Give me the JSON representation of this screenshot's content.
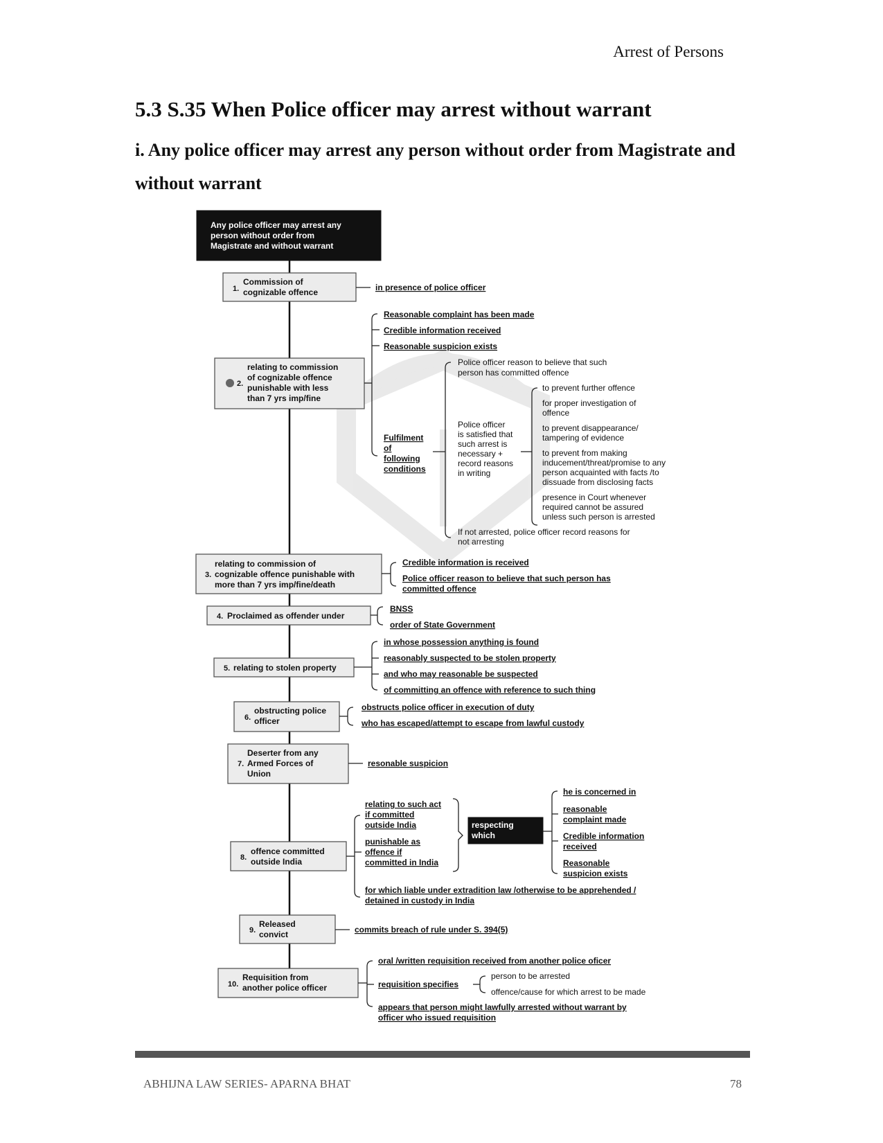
{
  "header": {
    "running_title": "Arrest of Persons"
  },
  "section": {
    "title": "5.3  S.35 When Police officer may arrest without warrant",
    "subhead": "i. Any police officer may arrest any person without order from Magistrate and without warrant"
  },
  "diagram": {
    "root": [
      "Any police officer may arrest any",
      "person without order from",
      "Magistrate and without warrant"
    ],
    "n1": {
      "num": "1.",
      "label": [
        "Commission of",
        "cognizable offence"
      ],
      "branch": "in presence of police officer"
    },
    "n2": {
      "num": "2.",
      "label": [
        "relating to commission",
        "of  cognizable offence",
        "punishable with less",
        "than 7 yrs imp/fine"
      ],
      "branches": [
        "Reasonable complaint has been made",
        "Credible information received",
        "Reasonable suspicion exists"
      ],
      "fulfilment": [
        "Fulfilment",
        "of",
        "following",
        "conditions"
      ],
      "reason": [
        "Police officer reason to believe that such",
        "person has committed offence"
      ],
      "satisfied": [
        "Police officer",
        "is satisfied that",
        "such arrest is",
        "necessary +",
        "record reasons",
        "in writing"
      ],
      "purposes": [
        [
          "to prevent further offence"
        ],
        [
          "for proper investigation of",
          "offence"
        ],
        [
          "to prevent disappearance/",
          "tampering of evidence"
        ],
        [
          "to prevent from making",
          "inducement/threat/promise to any",
          "person acquainted with facts /to",
          "dissuade from disclosing facts"
        ],
        [
          "presence in Court whenever",
          "required cannot be assured",
          "unless such person is arrested"
        ]
      ],
      "not_arrested": [
        "If not arrested, police officer record reasons for",
        "not arresting"
      ]
    },
    "n3": {
      "num": "3.",
      "label": [
        "relating to commission of",
        "cognizable offence punishable with",
        "more than 7 yrs imp/fine/death"
      ],
      "branches": [
        [
          "Credible information is received"
        ],
        [
          "Police officer reason to believe that such person has",
          "committed offence"
        ]
      ]
    },
    "n4": {
      "num": "4.",
      "label": [
        "Proclaimed as offender under"
      ],
      "branches": [
        "BNSS",
        "order of State Government"
      ]
    },
    "n5": {
      "num": "5.",
      "label": [
        "relating to stolen property"
      ],
      "branches": [
        "in whose possession anything is found",
        "reasonably suspected to be stolen property",
        "and who may reasonable be suspected",
        "of committing an offence with reference to such thing"
      ]
    },
    "n6": {
      "num": "6.",
      "label": [
        "obstructing police",
        "officer"
      ],
      "branches": [
        "obstructs police officer in execution of duty",
        "who has escaped/attempt to escape from lawful custody"
      ]
    },
    "n7": {
      "num": "7.",
      "label": [
        "Deserter from any",
        "Armed Forces of",
        "Union"
      ],
      "branch": "resonable suspicion"
    },
    "n8": {
      "num": "8.",
      "label": [
        "offence committed",
        "outside India"
      ],
      "acts": [
        [
          "relating to such act",
          "if committed",
          "outside India"
        ],
        [
          "punishable  as",
          "offence if",
          "committed in India"
        ]
      ],
      "respecting": [
        "respecting",
        "which"
      ],
      "conditions": [
        [
          "he is concerned in"
        ],
        [
          "reasonable",
          "complaint made"
        ],
        [
          "Credible information",
          "received"
        ],
        [
          "Reasonable",
          "suspicion exists"
        ]
      ],
      "extradition": [
        "for which liable under extradition law /otherwise to be apprehended /",
        "detained in custody in India"
      ]
    },
    "n9": {
      "num": "9.",
      "label": [
        "Released",
        "convict"
      ],
      "branch": "commits breach of rule under S. 394(5)"
    },
    "n10": {
      "num": "10.",
      "label": [
        "Requisition from",
        "another police officer"
      ],
      "branches": [
        "oral /written requisition received from another police oficer"
      ],
      "specifies": "requisition specifies",
      "spec_items": [
        "person to be arrested",
        "offence/cause for which arrest to be made"
      ],
      "appears": [
        "appears that person might lawfully arrested without warrant by",
        "officer who issued requisition"
      ]
    }
  },
  "footer": {
    "left": "ABHIJNA LAW SERIES- APARNA BHAT",
    "page": "78"
  }
}
